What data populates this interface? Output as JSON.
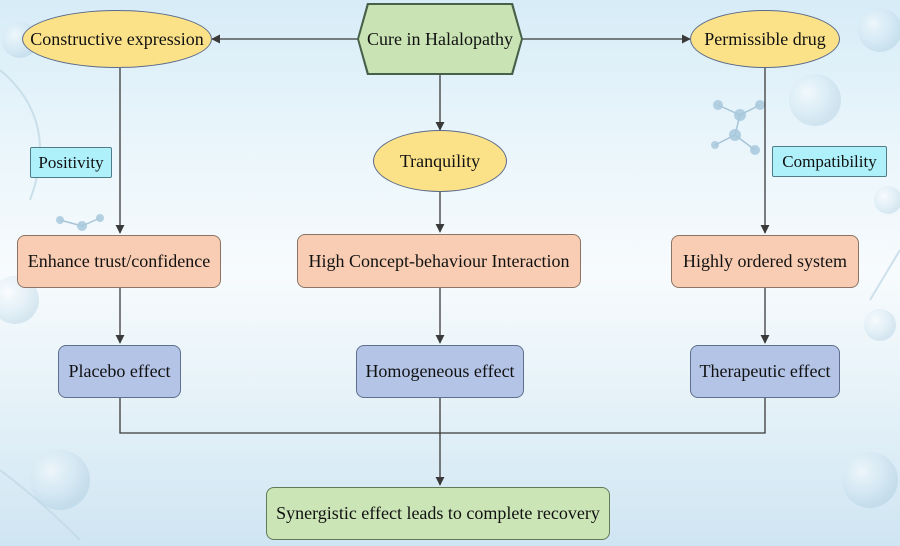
{
  "diagram": {
    "root": "Cure in Halalopathy",
    "left_ellipse": "Constructive expression",
    "center_ellipse": "Tranquility",
    "right_ellipse": "Permissible drug",
    "left_tag": "Positivity",
    "right_tag": "Compatibility",
    "left_mid": "Enhance trust/confidence",
    "center_mid": "High Concept-behaviour Interaction",
    "right_mid": "Highly ordered system",
    "left_effect": "Placebo effect",
    "center_effect": "Homogeneous effect",
    "right_effect": "Therapeutic effect",
    "outcome": "Synergistic effect leads to complete recovery"
  },
  "colors": {
    "ellipse_fill": "#fbe289",
    "hexagon_fill": "#c9e3b5",
    "mid_box_fill": "#f9cdb3",
    "effect_box_fill": "#b3c4e6",
    "outcome_fill": "#cbe5b7",
    "tag_fill": "#aef1fb",
    "line": "#3a3a3a"
  }
}
